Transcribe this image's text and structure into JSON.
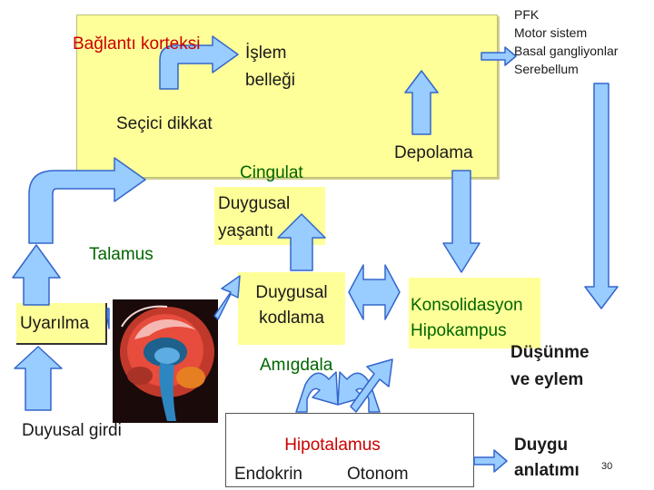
{
  "colors": {
    "box_fill": "#ffff99",
    "arrow_fill": "#99ccff",
    "arrow_stroke": "#3366cc",
    "text_dark": "#1a1a1a",
    "text_red": "#cc0000",
    "text_green": "#006600",
    "text_blue": "#0000cc",
    "text_darkred": "#993300"
  },
  "labels": {
    "baglanti_korteksi": "Bağlantı korteksi",
    "islem_bellegi_1": "İşlem",
    "islem_bellegi_2": "belleği",
    "secici_dikkat": "Seçici dikkat",
    "cingulat": "Cingulat",
    "duygusal_yasanti_1": "Duygusal",
    "duygusal_yasanti_2": "yaşantı",
    "depolama": "Depolama",
    "pfk": "PFK",
    "motor_sistem": "Motor sistem",
    "basal_gangliyonlar": "Basal gangliyonlar",
    "serebellum": "Serebellum",
    "talamus": "Talamus",
    "uyarilma": "Uyarılma",
    "duygusal_kodlama_1": "Duygusal",
    "duygusal_kodlama_2": "kodlama",
    "amigdala": "Amıgdala",
    "konsolidasyon": "Konsolidasyon",
    "hipokampus": "Hipokampus",
    "dusunme_1": "Düşünme",
    "dusunme_2": "ve eylem",
    "duyusal_girdi": "Duyusal girdi",
    "hipotalamus": "Hipotalamus",
    "endokrin": "Endokrin",
    "otonom": "Otonom",
    "duygu_1": "Duygu",
    "duygu_2": "anlatımı",
    "slide_number": "30"
  },
  "icons": {
    "brain_image": "brain-mri-sagittal-icon"
  }
}
